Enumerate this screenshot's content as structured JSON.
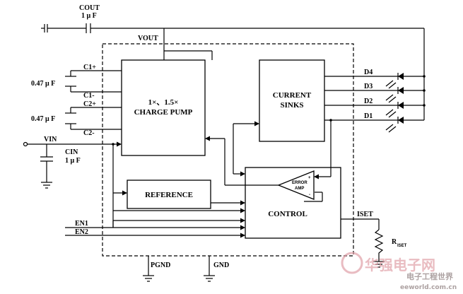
{
  "labels": {
    "cout": "COUT",
    "cout_val": "1 μ F",
    "vout": "VOUT",
    "c1p": "C1+",
    "c1m": "C1-",
    "c2p": "C2+",
    "c2m": "C2-",
    "cap1": "0.47 μ F",
    "cap2": "0.47 μ F",
    "vin": "VIN",
    "cin": "CIN",
    "cin_val": "1 μ F",
    "en1": "EN1",
    "en2": "EN2",
    "iset": "ISET",
    "riset_r": "R",
    "riset_sub": "ISET",
    "pgnd": "PGND",
    "gnd": "GND",
    "d1": "D1",
    "d2": "D2",
    "d3": "D3",
    "d4": "D4"
  },
  "blocks": {
    "charge_pump_line1": "1×、1.5×",
    "charge_pump_line2": "CHARGE PUMP",
    "current_sinks_line1": "CURRENT",
    "current_sinks_line2": "SINKS",
    "reference": "REFERENCE",
    "control": "CONTROL",
    "error_amp_line1": "ERROR",
    "error_amp_line2": "AMP"
  },
  "watermark": {
    "title": "电子工程世界",
    "site": "eeworld.com.cn",
    "brand": "华强电子网",
    "color": "#e0a0a8"
  }
}
